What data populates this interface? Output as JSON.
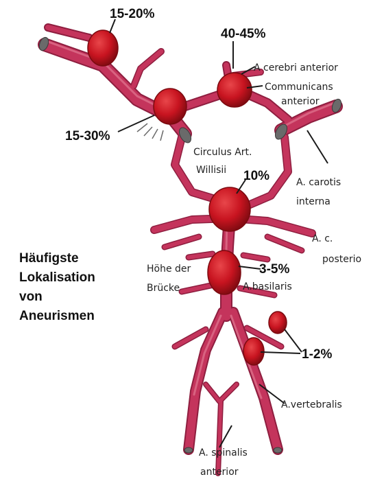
{
  "diagram": {
    "title_lines": [
      "Häufigste",
      "Lokalisation",
      "von",
      "Aneurismen"
    ],
    "percentages": {
      "top_left": "15-20%",
      "top_center": "40-45%",
      "left": "15-30%",
      "center": "10%",
      "basilar": "3-5%",
      "vertebral": "1-2%"
    },
    "labels": {
      "cerebri_anterior": "A cerebri anterior",
      "communicans_1": "Communicans",
      "communicans_2": "anterior",
      "circulus_1": "Circulus Art.",
      "circulus_2": "Willisii",
      "carotis_1": "A. carotis",
      "carotis_2": "interna",
      "posterior_1": "A. c.",
      "posterior_2": "posterio",
      "hoehe_1": "Höhe der",
      "hoehe_2": "Brücke",
      "basilaris": "A.basilaris",
      "vertebralis": "A.vertebralis",
      "spinalis_1": "A. spinalis",
      "spinalis_2": "anterior"
    },
    "colors": {
      "artery": "#c4345c",
      "artery_dark": "#8e1e3f",
      "artery_light": "#dd6f8b",
      "aneurysm": "#c81420",
      "aneurysm_dark": "#7a0a10",
      "vessel_end": "#6a6a6a"
    }
  }
}
